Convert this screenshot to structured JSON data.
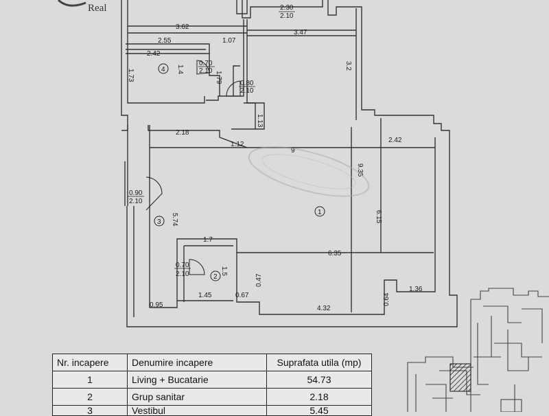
{
  "logo": {
    "text": "Real"
  },
  "dimensions": {
    "d_3_62": "3.62",
    "d_2_55": "2.55",
    "d_1_07": "1.07",
    "d_3_47": "3.47",
    "d_2_42_top": "2.42",
    "d_1_73": "1.73",
    "d_1_4": "1.4",
    "d_1_79": "1.79",
    "d_3_2": "3.2",
    "d_1_13": "1.13",
    "d_2_18": "2.18",
    "d_1_12": "1.12",
    "d_9": "9",
    "d_2_42_right": "2.42",
    "d_9_35": "9.35",
    "d_6_15": "6.15",
    "d_5_74": "5.74",
    "d_1_7": "1.7",
    "d_6_35": "6.35",
    "d_1_5": "1.5",
    "d_0_47": "0.47",
    "d_1_45": "1.45",
    "d_0_67": "0.67",
    "d_0_95": "0.95",
    "d_4_32": "4.32",
    "d_0_64": "0.64",
    "d_1_36": "1.36"
  },
  "doors": {
    "top": {
      "w": "2.30",
      "h": "2.10"
    },
    "bath_top": {
      "w": "0.70",
      "h": "2.10"
    },
    "hall": {
      "w": "0.80",
      "h": "2.10"
    },
    "entry": {
      "w": "0.90",
      "h": "2.10"
    },
    "bath_bottom": {
      "w": "0.70",
      "h": "2.10"
    }
  },
  "room_markers": [
    "1",
    "2",
    "3",
    "4"
  ],
  "table": {
    "headers": [
      "Nr. incapere",
      "Denumire incapere",
      "Suprafata utila (mp)"
    ],
    "rows": [
      {
        "nr": "1",
        "name": "Living + Bucatarie",
        "area": "54.73"
      },
      {
        "nr": "2",
        "name": "Grup sanitar",
        "area": "2.18"
      },
      {
        "nr": "3",
        "name": "Vestibul",
        "area": "5.45"
      }
    ]
  }
}
